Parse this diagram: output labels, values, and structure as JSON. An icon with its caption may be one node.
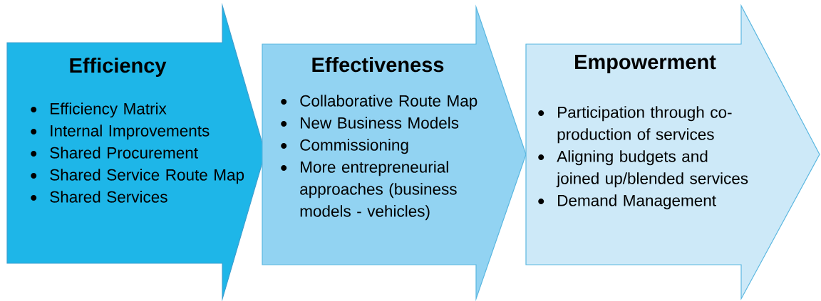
{
  "diagram": {
    "nodes": [
      {
        "text": [
          "Efficiency",
          "Efficiency Matrix",
          "Internal Improvements",
          "Shared Procurement",
          "Shared Service Route Map",
          "Shared Services"
        ]
      },
      {
        "text": [
          "Effectiveness",
          "Collaborative Route Map",
          "New Business Models",
          "Commissioning",
          "More entrepreneurial approaches (business models - vehicles)"
        ]
      },
      {
        "text": [
          "Empowerment",
          "Participation through co-production of services",
          "Aligning budgets and joined up/blended services",
          "Demand Management"
        ]
      }
    ]
  }
}
